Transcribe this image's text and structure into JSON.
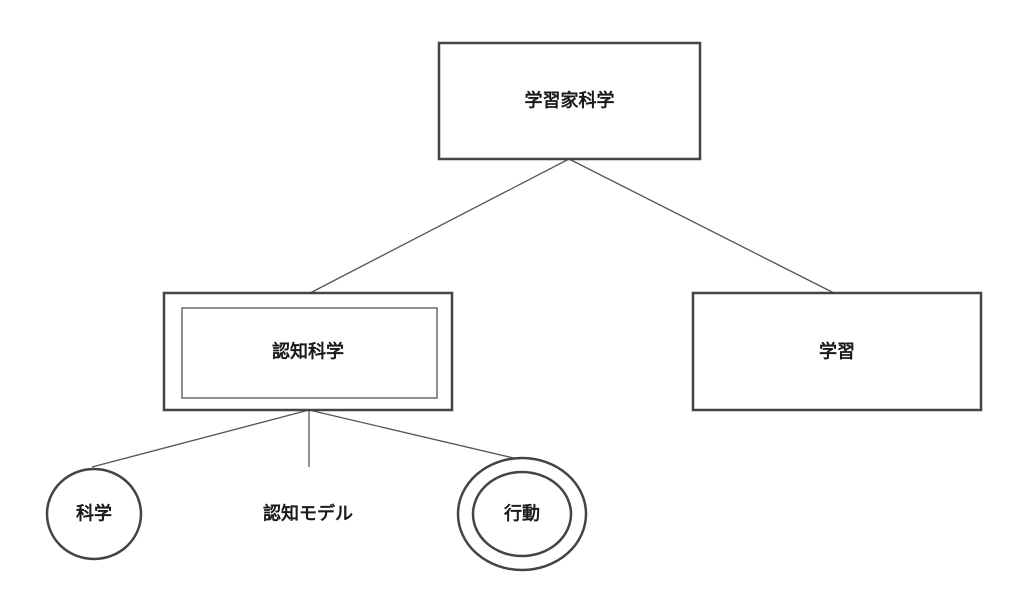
{
  "diagram": {
    "type": "tree",
    "colors": {
      "stroke": "#444444",
      "text": "#1a1a1a",
      "background": "#ffffff"
    },
    "root": {
      "label": "学習家科学",
      "shape": "rectangle"
    },
    "level1": [
      {
        "label": "認知科学",
        "shape": "double-rectangle"
      },
      {
        "label": "学習",
        "shape": "rectangle"
      }
    ],
    "level2": [
      {
        "label": "科学",
        "shape": "ellipse"
      },
      {
        "label": "認知モデル",
        "shape": "none"
      },
      {
        "label": "行動",
        "shape": "double-ellipse"
      }
    ],
    "edges": [
      {
        "from": "学習家科学",
        "to": "認知科学"
      },
      {
        "from": "学習家科学",
        "to": "学習"
      },
      {
        "from": "認知科学",
        "to": "科学"
      },
      {
        "from": "認知科学",
        "to": "認知モデル"
      },
      {
        "from": "認知科学",
        "to": "行動"
      }
    ]
  }
}
